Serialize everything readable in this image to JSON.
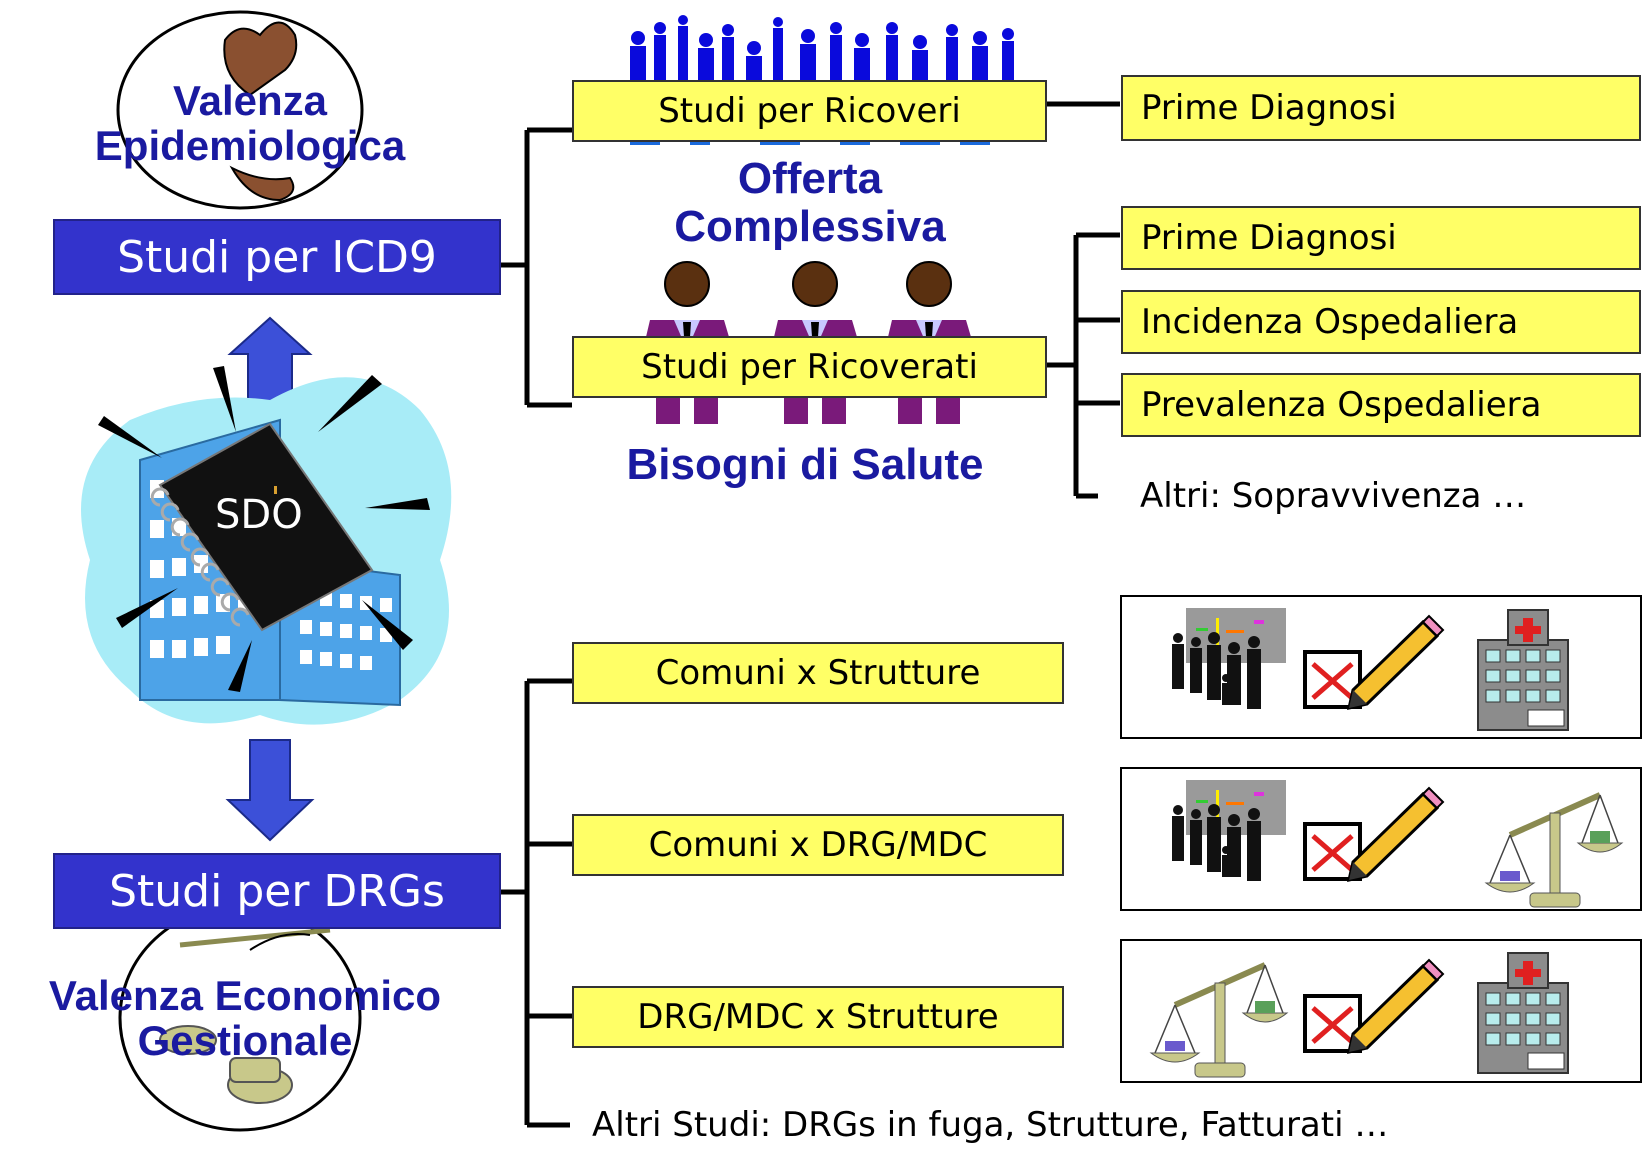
{
  "left": {
    "valenza_epidemiologica": "Valenza Epidemiologica",
    "studi_icd9": "Studi per ICD9",
    "sdo": "SDO",
    "studi_drgs": "Studi per DRGs",
    "valenza_economico": "Valenza Economico Gestionale"
  },
  "middle": {
    "studi_ricoveri": "Studi per Ricoveri",
    "offerta": "Offerta Complessiva",
    "studi_ricoverati": "Studi per Ricoverati",
    "bisogni": "Bisogni di Salute",
    "comuni_strutture": "Comuni x Strutture",
    "comuni_drg": "Comuni x DRG/MDC",
    "drg_strutture": "DRG/MDC x Strutture",
    "altri_studi": "Altri Studi: DRGs in fuga, Strutture, Fatturati …"
  },
  "right": {
    "prime_diagnosi_1": "Prime Diagnosi",
    "prime_diagnosi_2": "Prime Diagnosi",
    "incidenza": "Incidenza Ospedaliera",
    "prevalenza": "Prevalenza Ospedaliera",
    "altri_sopravvivenza": "Altri: Sopravvivenza …"
  },
  "icon_rows": [
    [
      "crowd-icon",
      "checkbox-pencil-icon",
      "hospital-icon"
    ],
    [
      "crowd-icon",
      "checkbox-pencil-icon",
      "balance-scale-icon"
    ],
    [
      "balance-scale-icon",
      "checkbox-pencil-icon",
      "hospital-icon"
    ]
  ],
  "colors": {
    "yellow_box": "#ffff66",
    "blue_box": "#3333cc",
    "label_blue": "#1a1aa0",
    "sky_blob": "#a8ecf7",
    "building": "#4da3e8"
  }
}
